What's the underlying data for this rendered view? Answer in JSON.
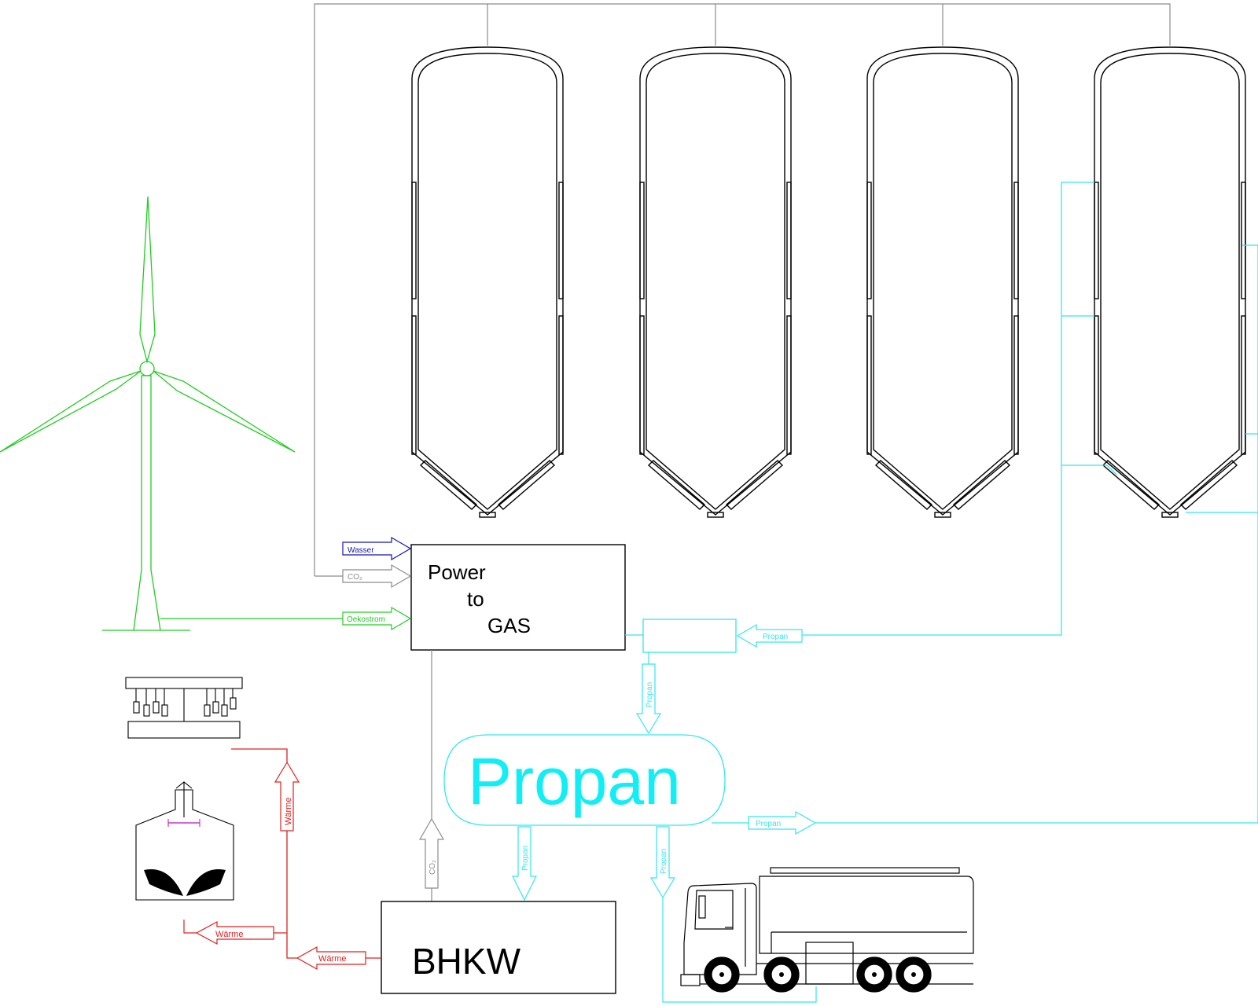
{
  "colors": {
    "black": "#000000",
    "gray": "#8c8c8c",
    "green": "#22cc22",
    "cyan": "#33e6ee",
    "red": "#e02020",
    "blue": "#1414b4",
    "magenta": "#cc33cc",
    "propan_text": "#11eef5"
  },
  "boxes": {
    "power_to_gas": {
      "line1": "Power",
      "line2": "to",
      "line3": "GAS"
    },
    "bhkw": "BHKW",
    "propan_tank": "Propan"
  },
  "arrows": {
    "wasser": "Wasser",
    "co2_in": "CO₂",
    "oekostrom": "Oekostrom",
    "propan_return": "Propan",
    "propan_down": "Propan",
    "propan_out_right": "Propan",
    "propan_to_bhkw": "Propan",
    "propan_to_truck": "Propan",
    "co2_up": "CO₂",
    "waerme_vertical": "Wärme",
    "waerme_digester": "Wärme",
    "waerme_bhkw": "Wärme"
  },
  "icons": {
    "wind_turbine": "wind-turbine-icon",
    "silo": "silo-icon",
    "truck": "tank-truck-icon",
    "digester": "digester-icon",
    "greenhouse": "greenhouse-icon"
  }
}
